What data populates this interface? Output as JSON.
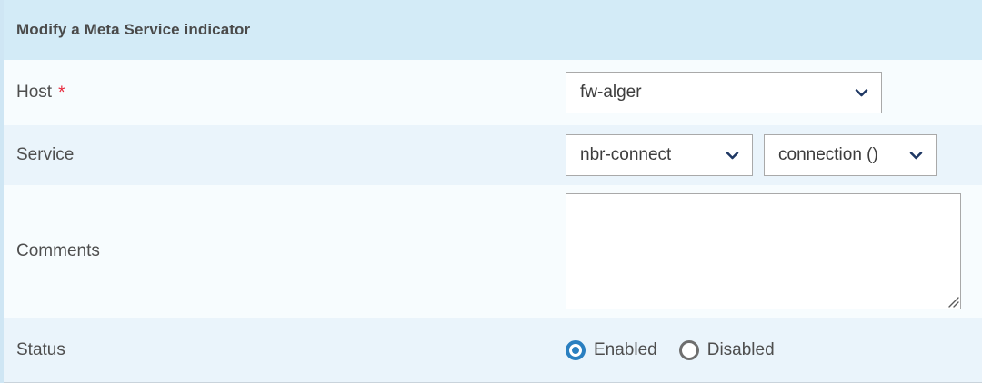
{
  "panel": {
    "title": "Modify a Meta Service indicator",
    "header_bg": "#d3ebf7",
    "accent_required": "#e8283c",
    "accent_radio_selected": "#2a7fc0"
  },
  "rows": {
    "host": {
      "label": "Host",
      "required_marker": "*",
      "select_value": "fw-alger"
    },
    "service": {
      "label": "Service",
      "select_value": "nbr-connect",
      "detail_value": "connection ()"
    },
    "comments": {
      "label": "Comments",
      "value": "",
      "placeholder": ""
    },
    "status": {
      "label": "Status",
      "options": [
        {
          "label": "Enabled",
          "selected": true
        },
        {
          "label": "Disabled",
          "selected": false
        }
      ]
    }
  }
}
